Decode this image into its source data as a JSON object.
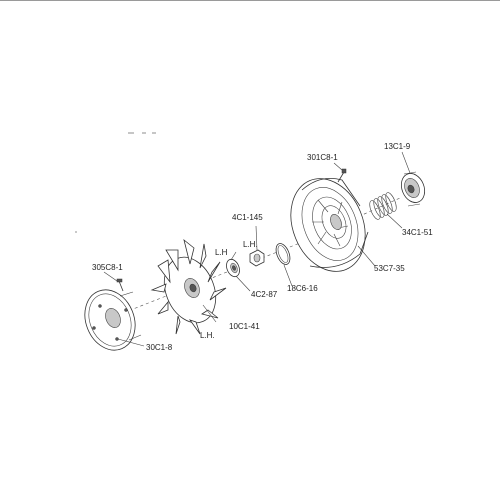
{
  "labels": {
    "p301C8_1": "301C8-1",
    "p13C1_9": "13C1-9",
    "p4C1_145": "4C1-145",
    "lh_upper": "L.H.",
    "lh_mid": "L.H",
    "p34C1_51": "34C1-51",
    "p305C8_1": "305C8-1",
    "p53C7_35": "53C7-35",
    "p18C6_16": "18C6-16",
    "p4C2_87": "4C2-87",
    "p10C1_41": "10C1-41",
    "lh_lower": "L.H.",
    "p30C1_8": "30C1-8"
  }
}
